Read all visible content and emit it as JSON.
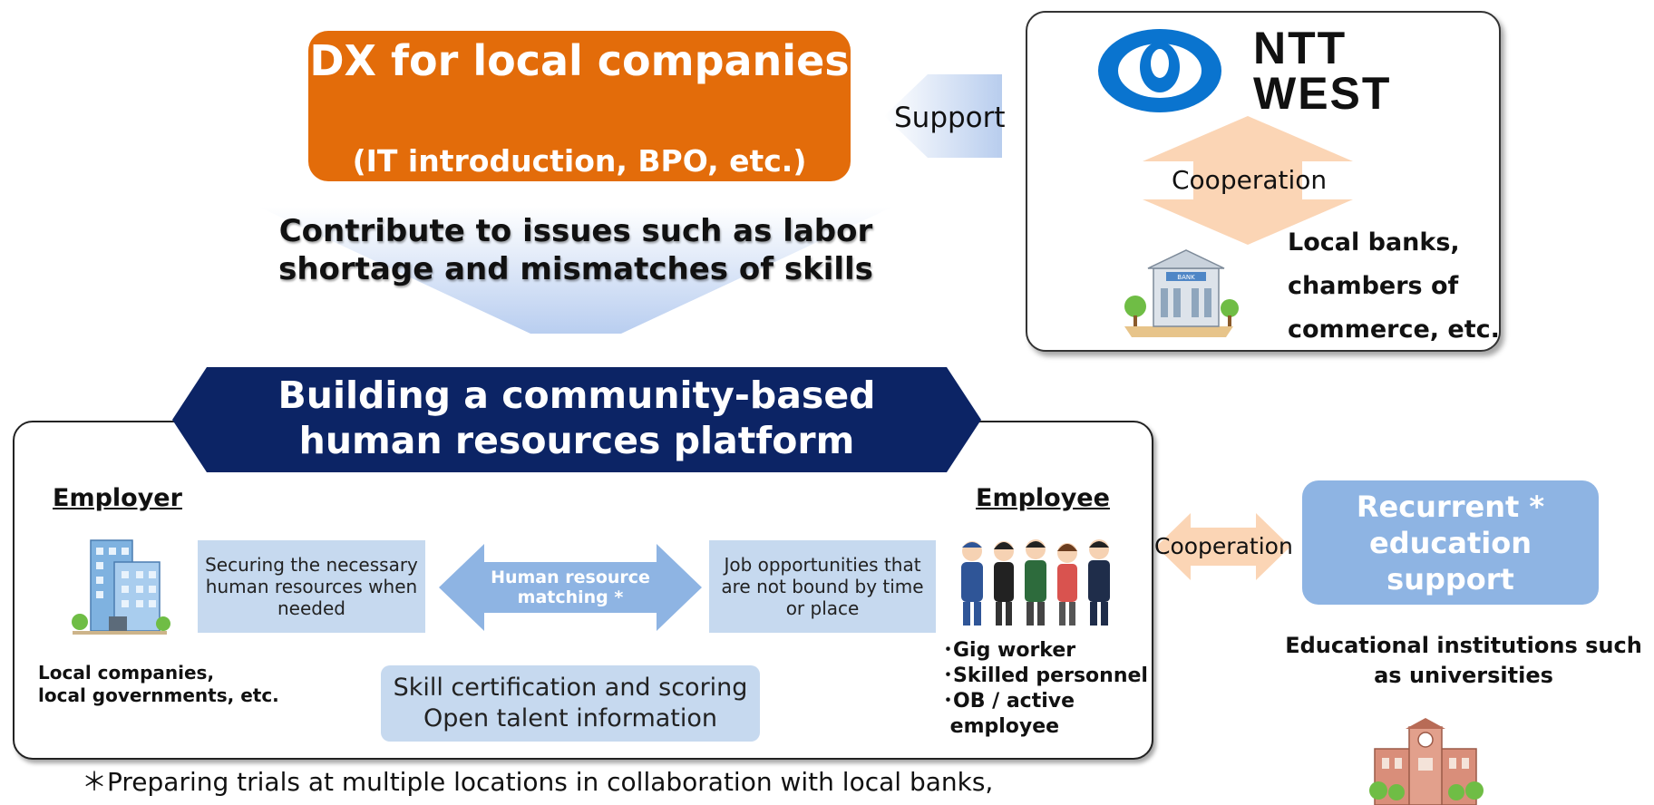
{
  "dx": {
    "title": "DX for local companies",
    "subtitle": "(IT introduction, BPO, etc.)"
  },
  "support_label": "Support",
  "ntt": {
    "name_line1": "NTT",
    "name_line2": "WEST",
    "cooperation_label": "Cooperation",
    "partners_lines": [
      "Local banks,",
      "chambers of",
      "commerce, etc."
    ],
    "building_sign": "BANK"
  },
  "contribute_text": "Contribute to issues such as labor shortage and mismatches of skills",
  "platform": {
    "title_lines": [
      "Building a community-based",
      "human resources platform"
    ],
    "employer_heading": "Employer",
    "employee_heading": "Employee",
    "employer_sub_lines": [
      "Local companies,",
      "local governments, etc."
    ],
    "securing_text": "Securing the necessary human resources when needed",
    "matching_lines": [
      "Human resource",
      "matching *"
    ],
    "job_text": "Job opportunities that are not bound by time or place",
    "skill_lines": [
      "Skill certification and scoring",
      "Open talent information"
    ],
    "employee_list": [
      "･Gig worker",
      "･Skilled personnel",
      "･OB / active",
      " employee"
    ]
  },
  "right": {
    "cooperation_label": "Cooperation",
    "recurrent_lines": [
      "Recurrent *",
      "education support"
    ],
    "edu_lines": [
      "Educational institutions such",
      "as universities"
    ]
  },
  "footnote": "＊Preparing trials at multiple locations in collaboration with local banks,",
  "colors": {
    "orange": "#e36c0a",
    "navy": "#0c2465",
    "light_blue": "#c6d9ef",
    "mid_blue": "#8eb4e3",
    "peach": "#fbd5b5"
  }
}
